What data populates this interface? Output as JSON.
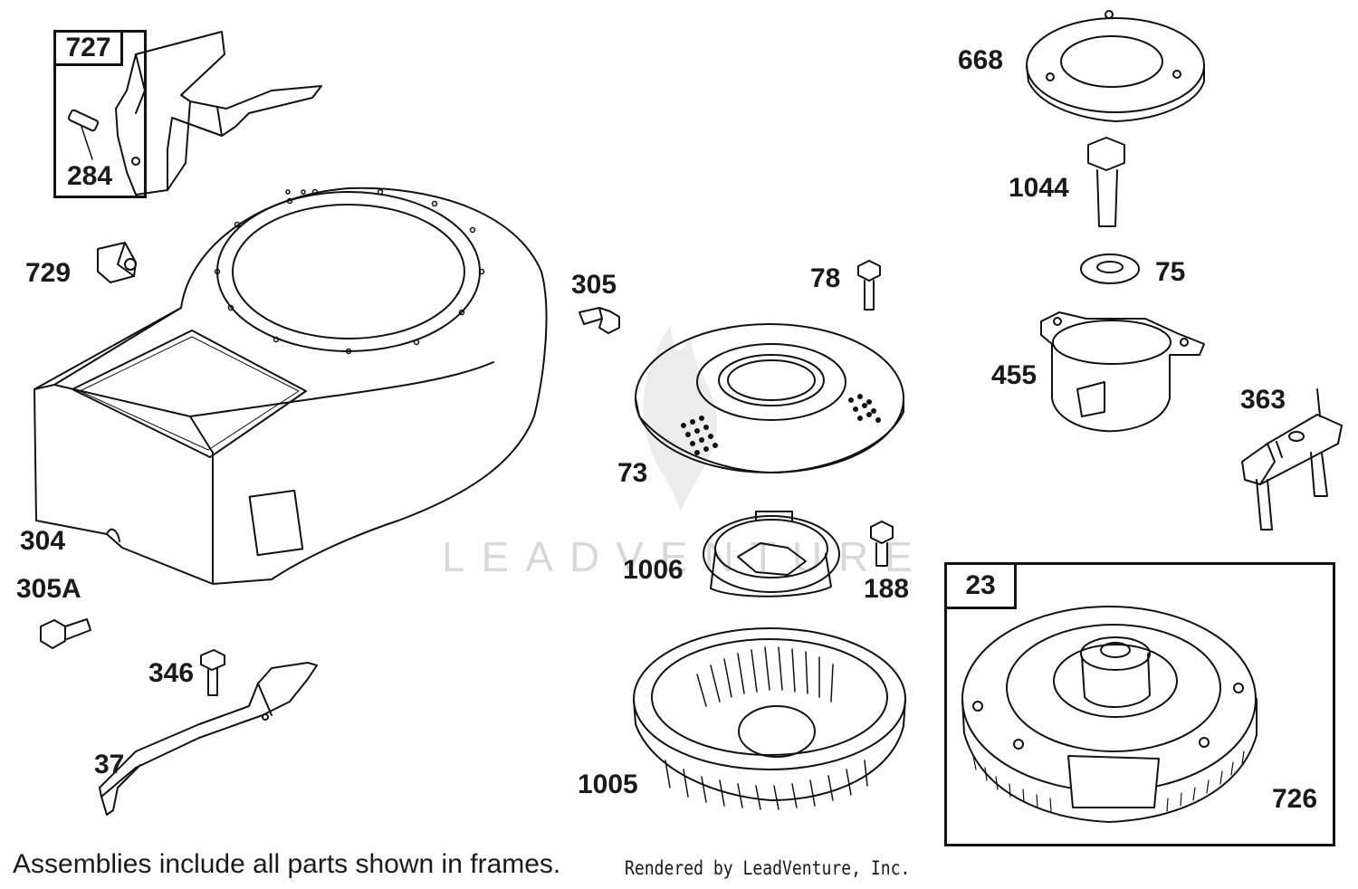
{
  "watermark": "LEADVENTURE",
  "frames": [
    {
      "id": "frame-727",
      "tag": "727"
    },
    {
      "id": "frame-23",
      "tag": "23"
    }
  ],
  "labels": {
    "p284": "284",
    "p729": "729",
    "p304": "304",
    "p305A": "305A",
    "p346": "346",
    "p37": "37",
    "p305": "305",
    "p78": "78",
    "p73": "73",
    "p1006": "1006",
    "p188": "188",
    "p1005": "1005",
    "p668": "668",
    "p1044": "1044",
    "p75": "75",
    "p455": "455",
    "p363": "363",
    "p726": "726"
  },
  "footer": {
    "note": "Assemblies include all parts shown in frames.",
    "credit": "Rendered by LeadVenture, Inc."
  }
}
